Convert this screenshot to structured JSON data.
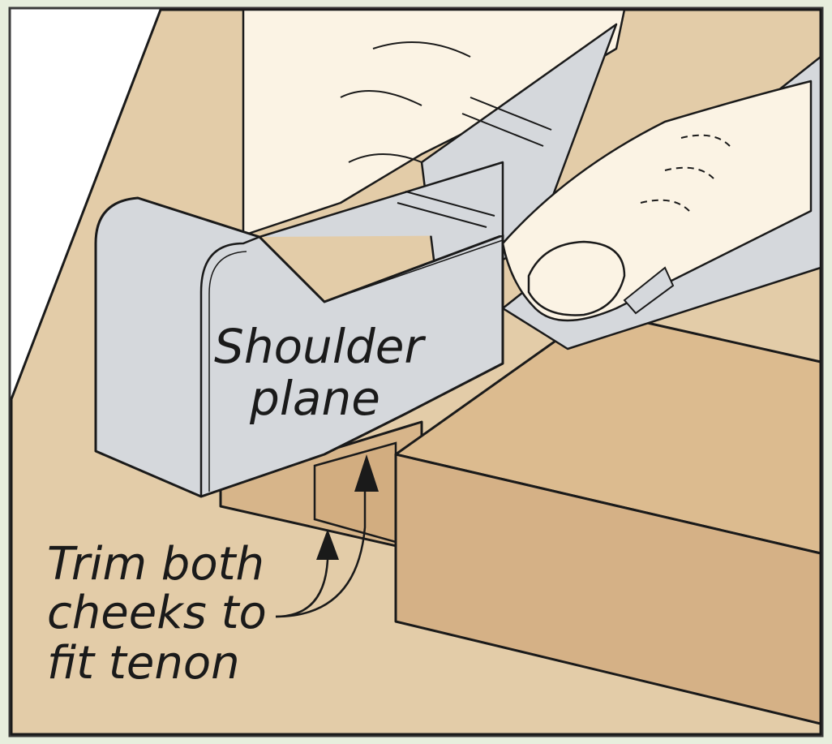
{
  "colors": {
    "frame_background": "#e7eedd",
    "border": "#3a3a3a",
    "workbench": "#e3cca8",
    "wood_top": "#d9b88c",
    "wood_front": "#d4b085",
    "plane_body": "#d5d8dc",
    "hand": "#fbf3e4",
    "line": "#1a1a1a"
  },
  "labels": {
    "plane_line1": "Shoulder",
    "plane_line2": "plane",
    "trim_line1": "Trim both",
    "trim_line2": "cheeks to",
    "trim_line3": "fit tenon"
  },
  "icons": {
    "arrows": [
      "arrowhead-up-icon",
      "arrowhead-up-icon"
    ]
  }
}
